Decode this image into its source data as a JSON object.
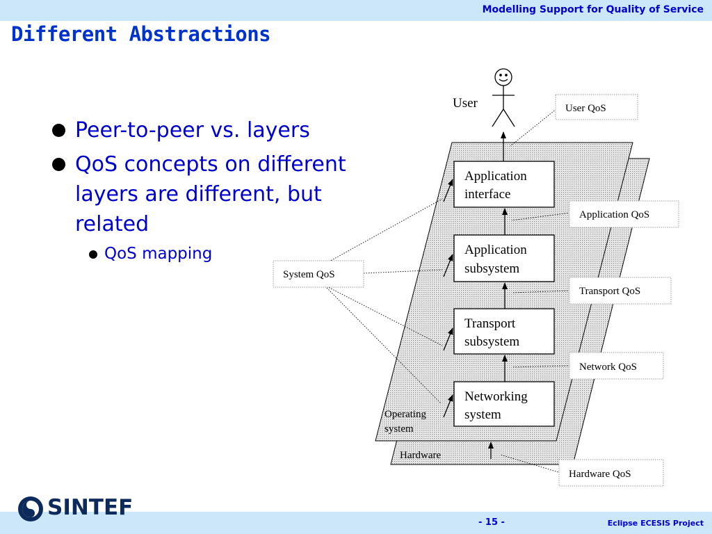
{
  "header": {
    "title": "Modelling Support for Quality of Service"
  },
  "slide": {
    "title": "Different Abstractions",
    "bullets": [
      "Peer-to-peer vs. layers",
      "QoS concepts on different layers are different, but related"
    ],
    "subbullets": [
      "QoS mapping"
    ]
  },
  "diagram": {
    "user_label": "User",
    "layers": {
      "application_interface": [
        "Application",
        "interface"
      ],
      "application_subsystem": [
        "Application",
        "subsystem"
      ],
      "transport_subsystem": [
        "Transport",
        "subsystem"
      ],
      "networking_system": [
        "Networking",
        "system"
      ]
    },
    "plane_labels": {
      "operating_system": [
        "Operating",
        "system"
      ],
      "hardware": "Hardware"
    },
    "qos_boxes": {
      "user": "User QoS",
      "application": "Application QoS",
      "transport": "Transport QoS",
      "network": "Network QoS",
      "hardware": "Hardware QoS",
      "system": "System QoS"
    }
  },
  "footer": {
    "logo_text": "SINTEF",
    "page_number": "- 15 -",
    "project": "Eclipse ECESIS Project"
  },
  "colors": {
    "header_band": "#cce6fa",
    "title_text": "#0033cc",
    "body_text": "#0000cc",
    "logo": "#0d2a5c"
  }
}
